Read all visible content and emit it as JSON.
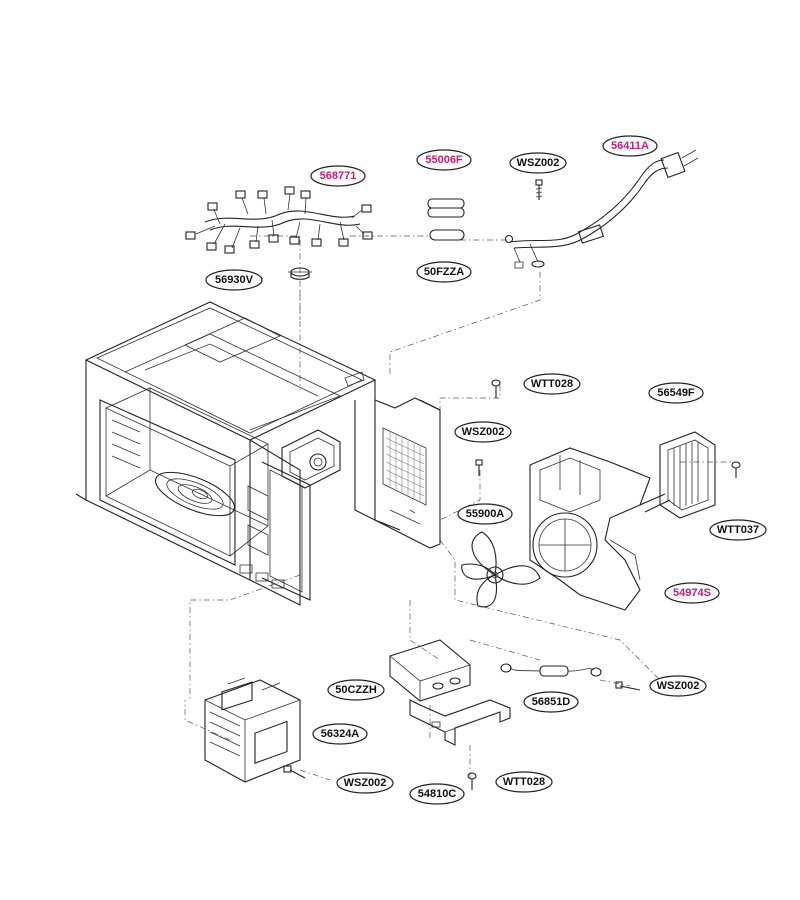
{
  "colors": {
    "ink": "#111111",
    "highlight": "#c0207a",
    "line": "#222222"
  },
  "labels": [
    {
      "id": "568771",
      "text": "568771",
      "highlight": true
    },
    {
      "id": "55006F",
      "text": "55006F",
      "highlight": true
    },
    {
      "id": "WSZ002_top",
      "text": "WSZ002",
      "highlight": false
    },
    {
      "id": "56411A",
      "text": "56411A",
      "highlight": true
    },
    {
      "id": "50FZZA",
      "text": "50FZZA",
      "highlight": false
    },
    {
      "id": "56930V",
      "text": "56930V",
      "highlight": false
    },
    {
      "id": "WTT028_mid",
      "text": "WTT028",
      "highlight": false
    },
    {
      "id": "56549F",
      "text": "56549F",
      "highlight": false
    },
    {
      "id": "WSZ002_mid",
      "text": "WSZ002",
      "highlight": false
    },
    {
      "id": "55900A",
      "text": "55900A",
      "highlight": false
    },
    {
      "id": "WTT037",
      "text": "WTT037",
      "highlight": false
    },
    {
      "id": "54974S",
      "text": "54974S",
      "highlight": true
    },
    {
      "id": "50CZZH",
      "text": "50CZZH",
      "highlight": false
    },
    {
      "id": "56851D",
      "text": "56851D",
      "highlight": false
    },
    {
      "id": "WSZ002_right",
      "text": "WSZ002",
      "highlight": false
    },
    {
      "id": "56324A",
      "text": "56324A",
      "highlight": false
    },
    {
      "id": "WSZ002_bottom",
      "text": "WSZ002",
      "highlight": false
    },
    {
      "id": "54810C",
      "text": "54810C",
      "highlight": false
    },
    {
      "id": "WTT028_bottom",
      "text": "WTT028",
      "highlight": false
    }
  ]
}
